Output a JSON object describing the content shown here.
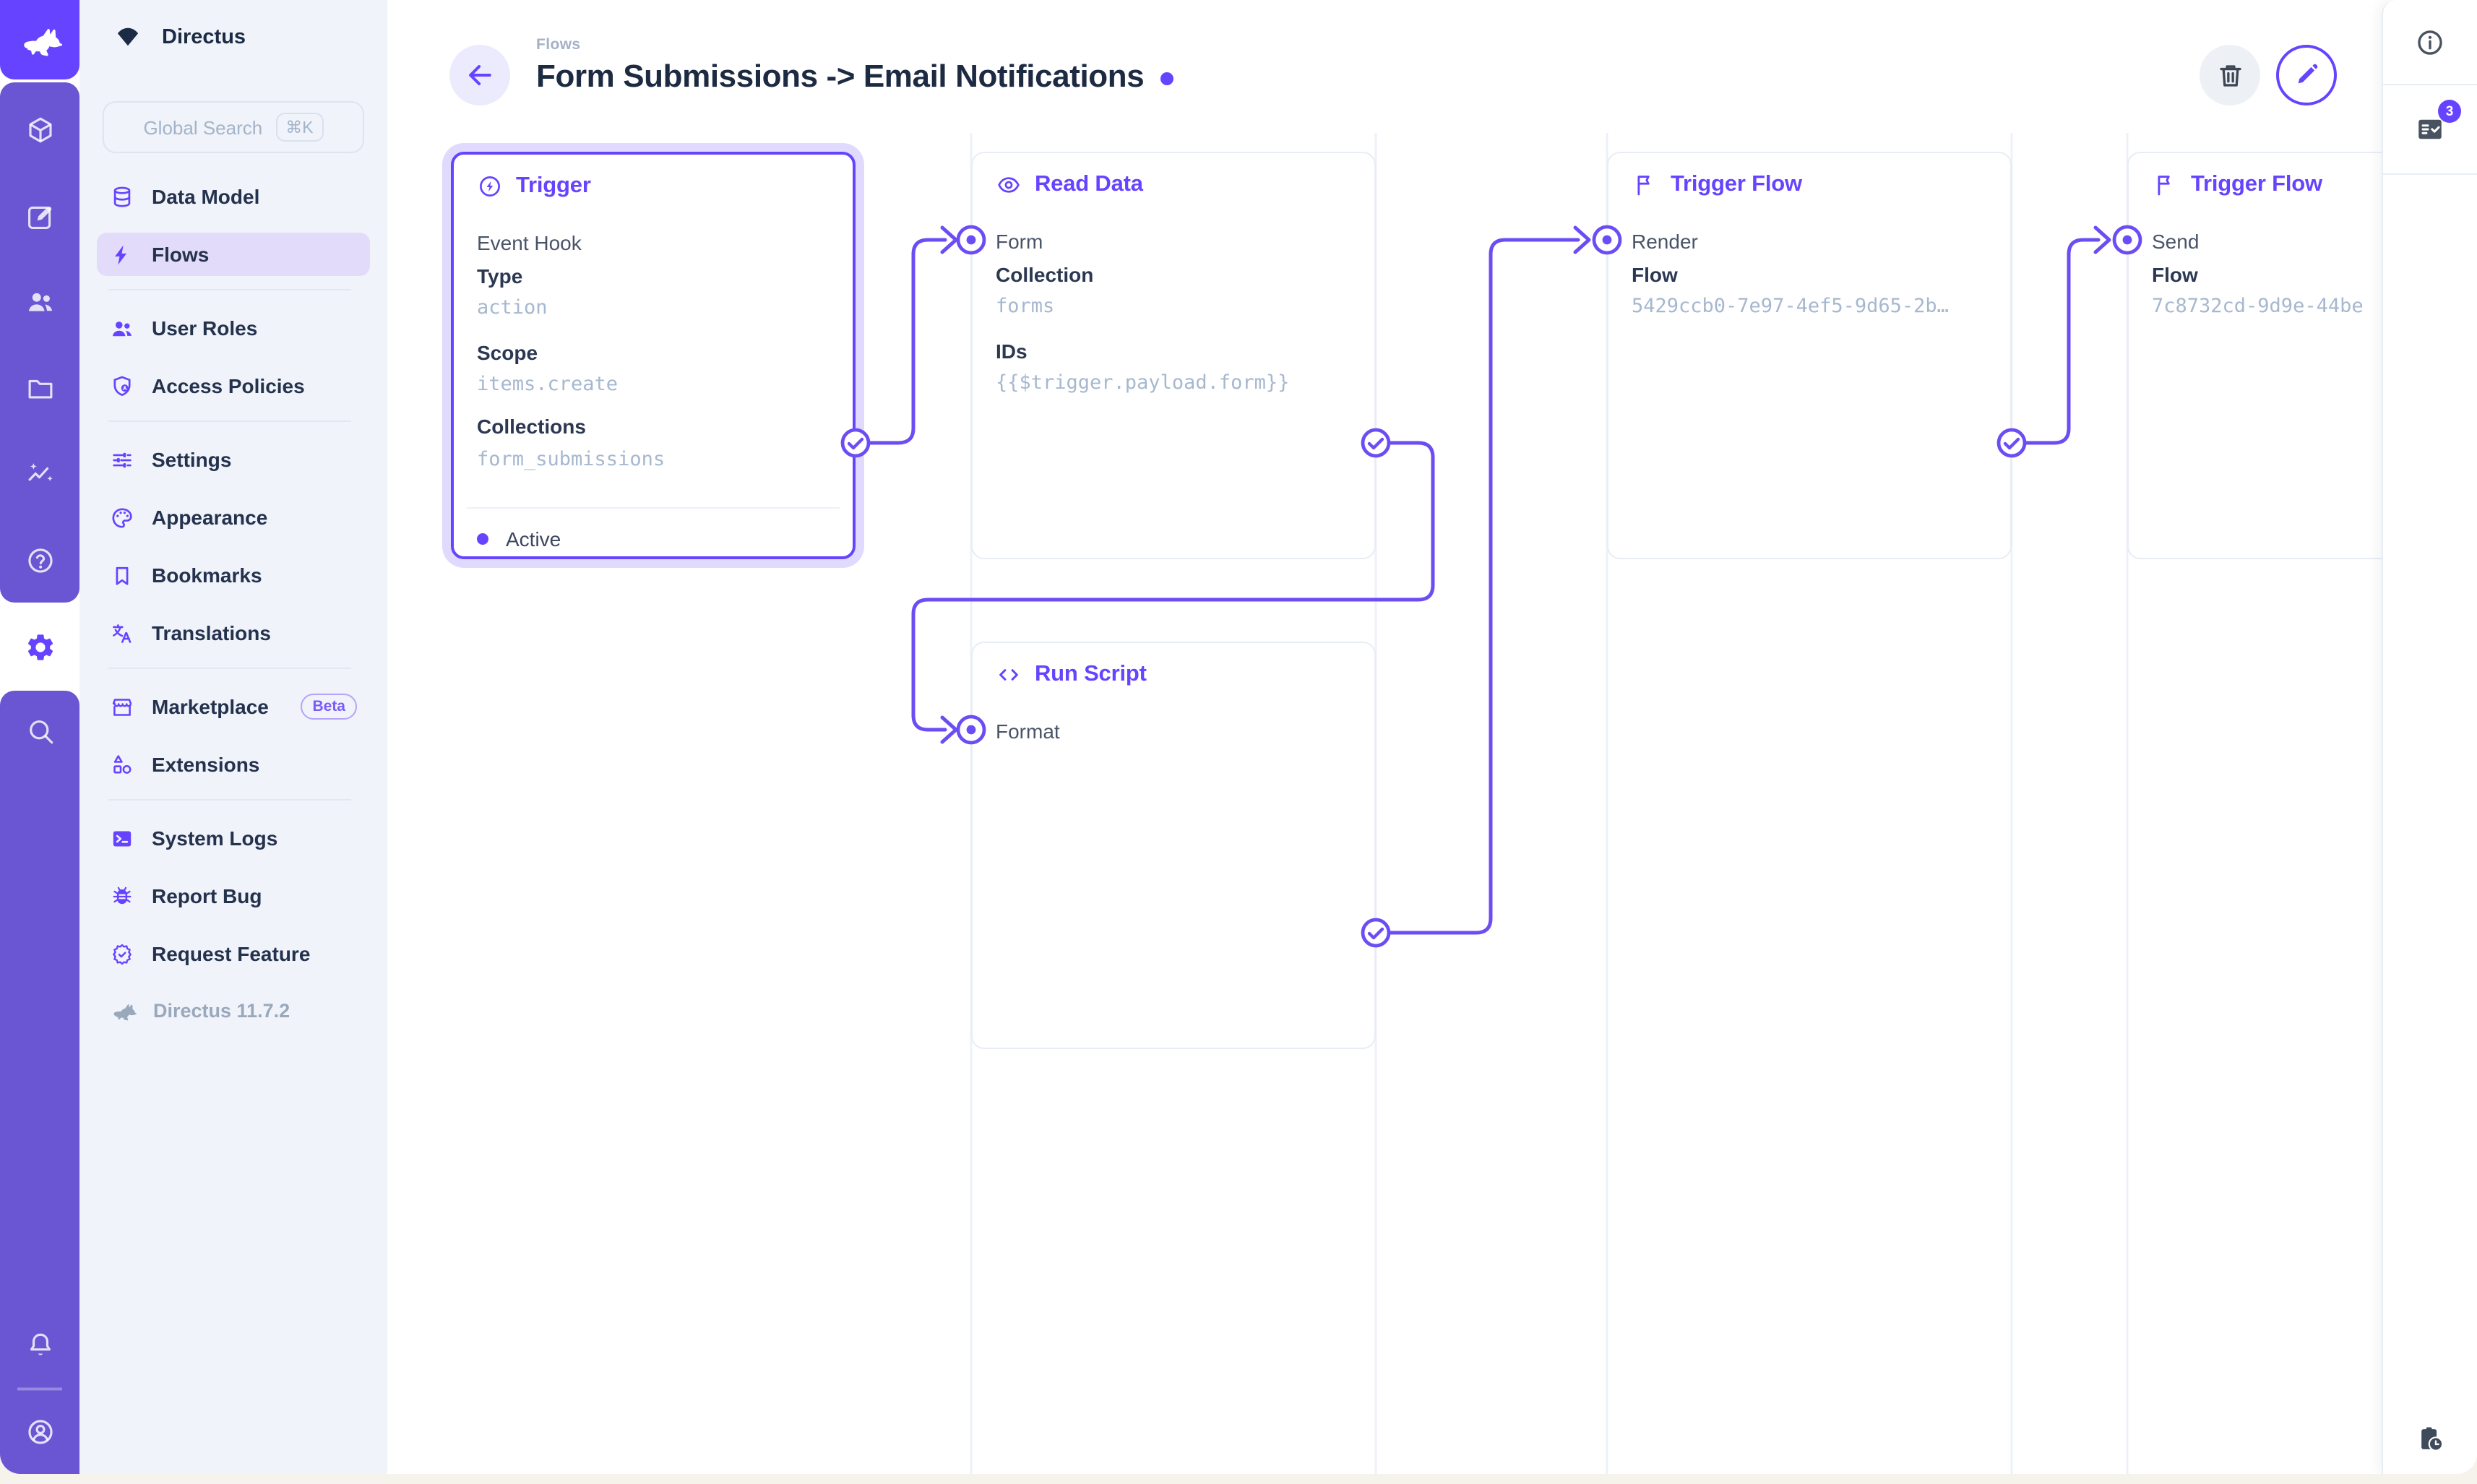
{
  "module_bar": {
    "logo_icon": "directus-rabbit-logo",
    "modules": [
      {
        "icon": "box-icon"
      },
      {
        "icon": "edit-icon"
      },
      {
        "icon": "people-icon"
      },
      {
        "icon": "folder-icon"
      },
      {
        "icon": "insights-icon"
      },
      {
        "icon": "help-icon"
      },
      {
        "icon": "settings-gear-icon",
        "active": true
      },
      {
        "icon": "search-icon"
      }
    ],
    "bottom": [
      {
        "icon": "notifications-bell-icon"
      },
      {
        "icon": "account-avatar-icon"
      }
    ]
  },
  "sidebar": {
    "project_name": "Directus",
    "search": {
      "placeholder": "Global Search",
      "shortcut": "⌘K"
    },
    "items": [
      {
        "label": "Data Model",
        "icon": "database-icon"
      },
      {
        "label": "Flows",
        "icon": "bolt-icon",
        "active": true
      },
      {
        "label": "User Roles",
        "icon": "people-icon"
      },
      {
        "label": "Access Policies",
        "icon": "shield-user-icon"
      },
      {
        "label": "Settings",
        "icon": "tune-icon"
      },
      {
        "label": "Appearance",
        "icon": "palette-icon"
      },
      {
        "label": "Bookmarks",
        "icon": "bookmark-icon"
      },
      {
        "label": "Translations",
        "icon": "translate-icon"
      },
      {
        "label": "Marketplace",
        "icon": "storefront-icon",
        "badge": "Beta"
      },
      {
        "label": "Extensions",
        "icon": "extensions-icon"
      },
      {
        "label": "System Logs",
        "icon": "terminal-icon"
      },
      {
        "label": "Report Bug",
        "icon": "bug-icon"
      },
      {
        "label": "Request Feature",
        "icon": "badge-check-icon"
      }
    ],
    "version": "Directus 11.7.2"
  },
  "header": {
    "breadcrumb": "Flows",
    "title": "Form Submissions -> Email Notifications"
  },
  "right_panel": {
    "notifications_count": "3"
  },
  "flow": {
    "trigger": {
      "title": "Trigger",
      "subtitle": "Event Hook",
      "f1_label": "Type",
      "f1_value": "action",
      "f2_label": "Scope",
      "f2_value": "items.create",
      "f3_label": "Collections",
      "f3_value": "form_submissions",
      "status": "Active"
    },
    "read_data": {
      "title": "Read Data",
      "name": "Form",
      "f1_label": "Collection",
      "f1_value": "forms",
      "f2_label": "IDs",
      "f2_value": "{{$trigger.payload.form}}"
    },
    "run_script": {
      "title": "Run Script",
      "name": "Format"
    },
    "trigger_flow_render": {
      "title": "Trigger Flow",
      "name": "Render",
      "f1_label": "Flow",
      "f1_value": "5429ccb0-7e97-4ef5-9d65-2b…"
    },
    "trigger_flow_send": {
      "title": "Trigger Flow",
      "name": "Send",
      "f1_label": "Flow",
      "f1_value": "7c8732cd-9d9e-44be"
    }
  },
  "colors": {
    "brand": "#6644ff",
    "connector": "#6c4df4",
    "module_bar": "#6a55d3",
    "status_active": "#6644ff"
  }
}
